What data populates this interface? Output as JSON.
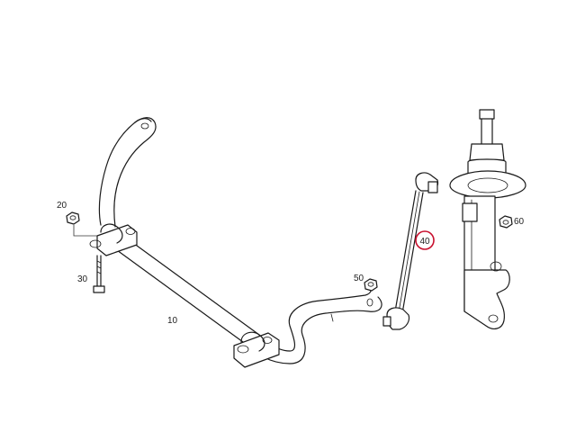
{
  "callouts": {
    "c10": "10",
    "c20": "20",
    "c30": "30",
    "c40": "40",
    "c50": "50",
    "c60": "60"
  },
  "highlight": {
    "part": "40",
    "color": "#c8102e"
  },
  "parts": {
    "stabilizer_bar": "stabilizer-bar",
    "nut": "hex-nut",
    "bolt": "bolt",
    "link": "stabilizer-link",
    "strut": "shock-absorber-strut"
  }
}
